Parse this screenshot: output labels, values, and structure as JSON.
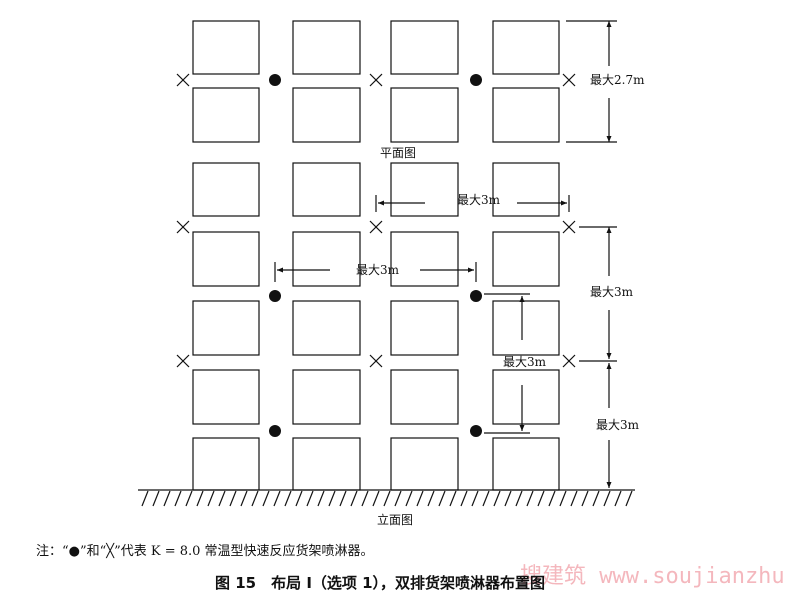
{
  "plan": {
    "label": "平面图",
    "dimension": "最大2.7m"
  },
  "elevation": {
    "label": "立面图",
    "dim_horizontal_upper": "最大3m",
    "dim_horizontal_lower": "最大3m",
    "dim_right_upper": "最大3m",
    "dim_right_lower": "最大3m",
    "dim_inner": "最大3m"
  },
  "note": "注：“●”和“╳”代表 K = 8.0 常温型快速反应货架喷淋器。",
  "figure_title": "图 15　布局 I（选项 1），双排货架喷淋器布置图",
  "watermark": "搜建筑 www.soujianzhu.cn",
  "colors": {
    "line": "#111111",
    "watermark": "#f2a6ad"
  }
}
